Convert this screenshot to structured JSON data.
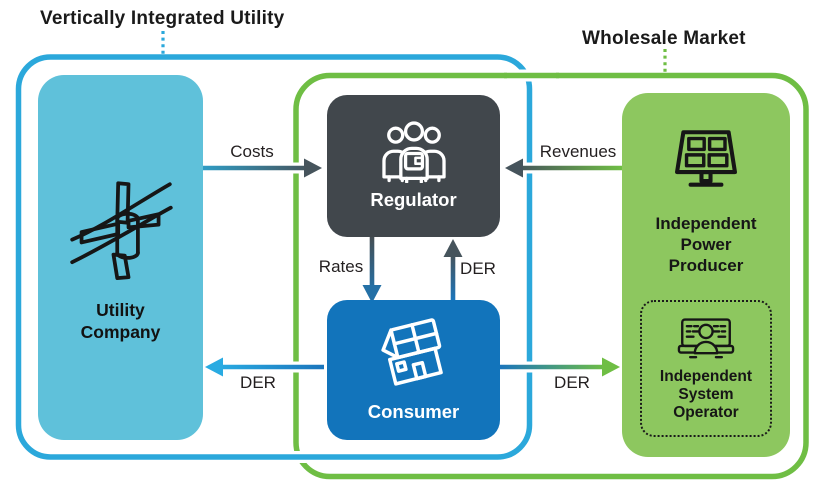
{
  "regions": {
    "left": {
      "label": "Vertically Integrated Utility"
    },
    "right": {
      "label": "Wholesale Market"
    }
  },
  "nodes": {
    "utility": {
      "label": "Utility\nCompany",
      "icon": "utility-pole-icon",
      "fill": "#5FC1DA"
    },
    "regulator": {
      "label": "Regulator",
      "icon": "regulator-people-icon",
      "fill": "#41474C"
    },
    "consumer": {
      "label": "Consumer",
      "icon": "solar-house-icon",
      "fill": "#1274BB"
    },
    "ipp": {
      "label": "Independent\nPower\nProducer",
      "icon": "solar-panel-icon",
      "fill": "#8DC75F"
    },
    "iso": {
      "label": "Independent\nSystem\nOperator",
      "icon": "control-room-icon"
    }
  },
  "flows": {
    "costs": {
      "label": "Costs",
      "from": "utility",
      "to": "regulator"
    },
    "revenues": {
      "label": "Revenues",
      "from": "ipp",
      "to": "regulator"
    },
    "rates": {
      "label": "Rates",
      "from": "regulator",
      "to": "consumer"
    },
    "der_to_regulator": {
      "label": "DER",
      "from": "consumer",
      "to": "regulator"
    },
    "der_to_utility": {
      "label": "DER",
      "from": "consumer",
      "to": "utility"
    },
    "der_to_wholesale": {
      "label": "DER",
      "from": "consumer",
      "to": "wholesale_market"
    }
  },
  "colors": {
    "viu_boundary": "#2BA8DB",
    "wholesale_boundary": "#6FBE44",
    "utility_fill": "#5FC1DA",
    "regulator_fill": "#41474C",
    "consumer_fill": "#1274BB",
    "market_fill": "#8DC75F",
    "arrow_slate": "#46545C",
    "arrow_cyan": "#29ABE2",
    "arrow_blue": "#1B75BC",
    "arrow_steel": "#2470A6",
    "text": "#231F20"
  }
}
